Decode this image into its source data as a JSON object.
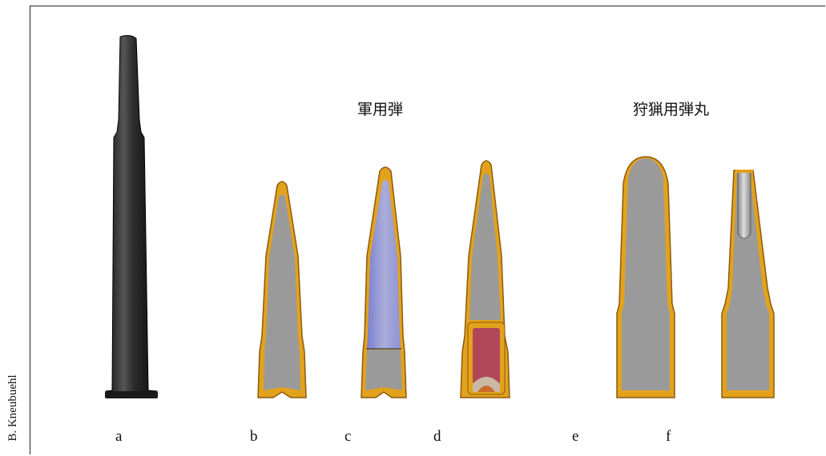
{
  "credit": "B. Kneubuehl",
  "groups": {
    "military": "軍用弾",
    "hunting": "狩猟用弾丸"
  },
  "labels": [
    "a",
    "b",
    "c",
    "d",
    "e",
    "f"
  ],
  "colors": {
    "jacket": "#e3a21c",
    "jacket_edge": "#8a5a10",
    "core": "#9a9a9a",
    "steel_core": "#8a8fd8",
    "tracer": "#b0485a",
    "cartridge": "#2a2a2a"
  }
}
